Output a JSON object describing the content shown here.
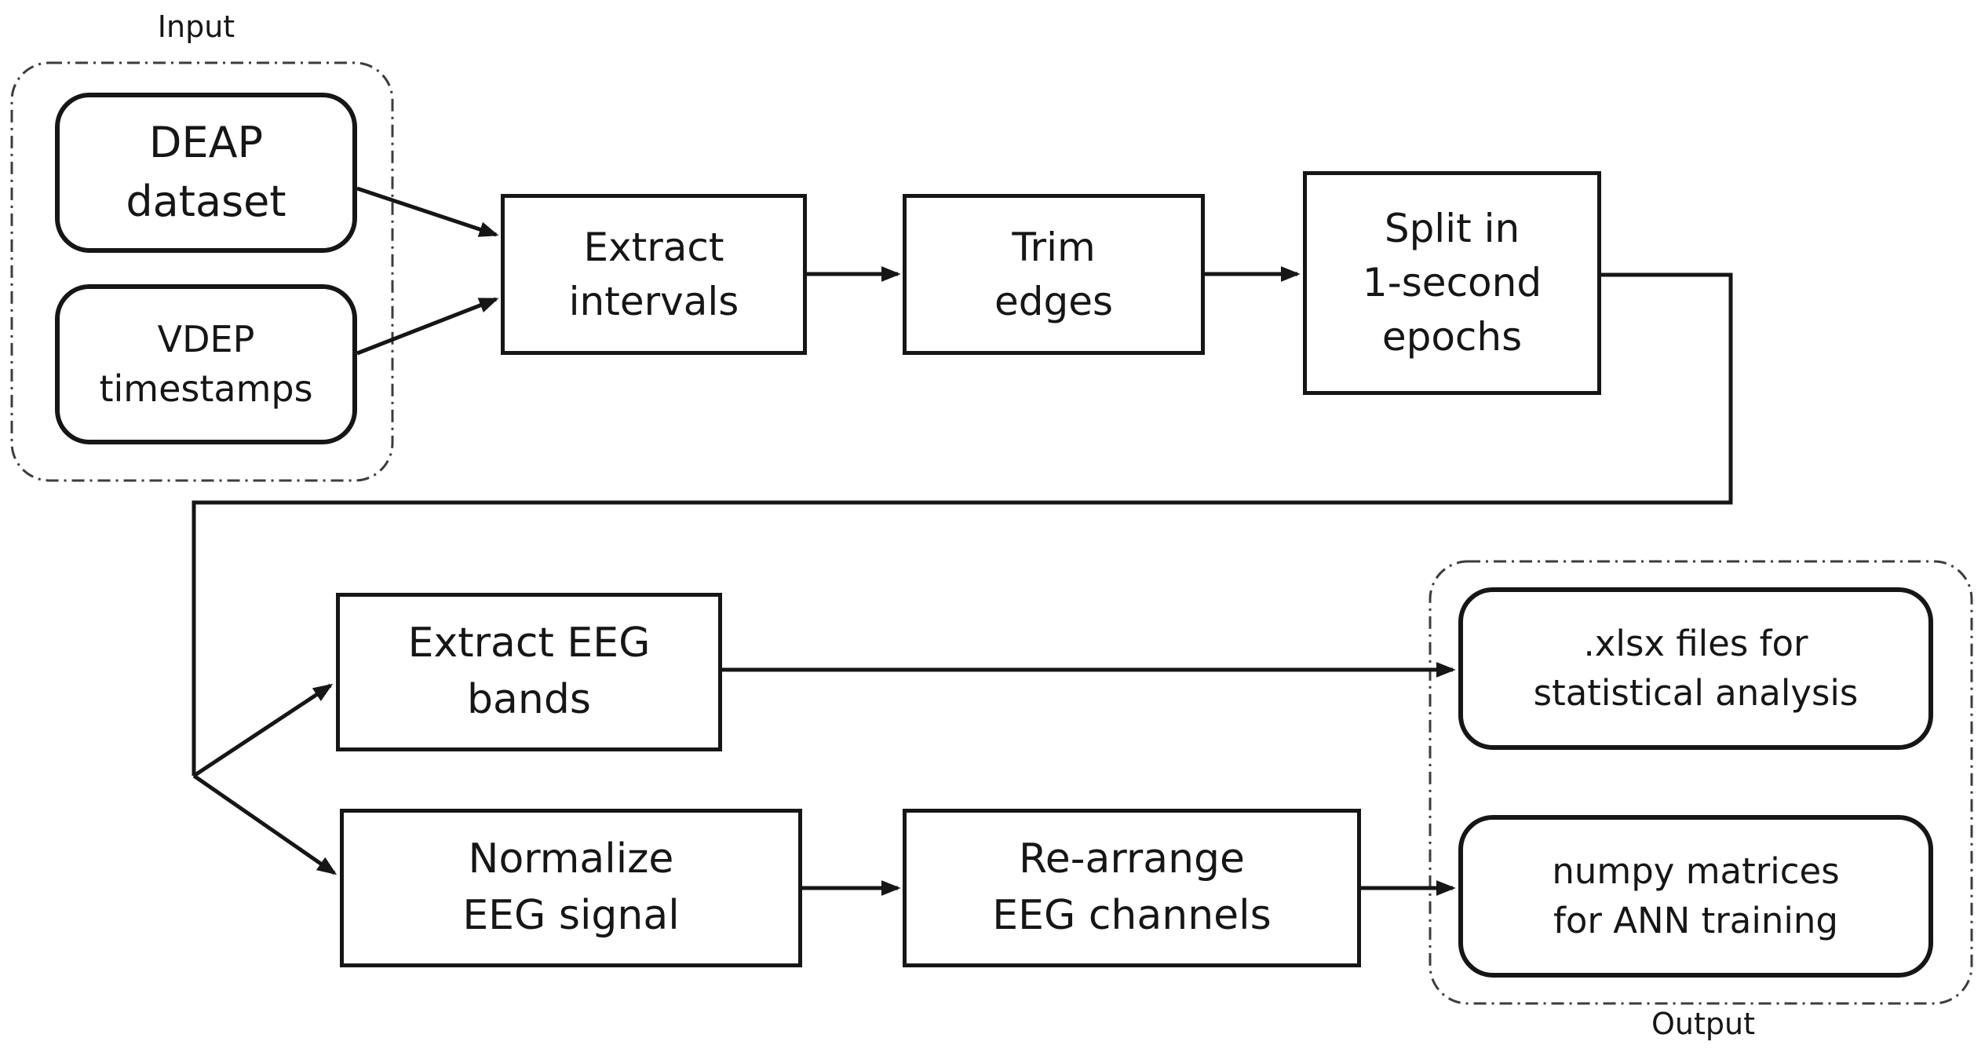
{
  "page": {
    "background_color": "#ffffff",
    "ink_color": "#161616",
    "description": "Flowchart of an EEG data processing pipeline from DEAP dataset inputs to statistical and ANN-training outputs"
  },
  "groups": {
    "input": {
      "label": "Input"
    },
    "output": {
      "label": "Output"
    }
  },
  "nodes": {
    "deap": {
      "label": "DEAP\ndataset"
    },
    "vdep": {
      "label": "VDEP\ntimestamps"
    },
    "extract_intervals": {
      "label": "Extract\nintervals"
    },
    "trim_edges": {
      "label": "Trim\nedges"
    },
    "split_epochs": {
      "label": "Split in\n1-second\nepochs"
    },
    "extract_bands": {
      "label": "Extract EEG\nbands"
    },
    "normalize": {
      "label": "Normalize\nEEG signal"
    },
    "rearrange": {
      "label": "Re-arrange\nEEG channels"
    },
    "xlsx_files": {
      "label": ".xlsx files for\nstatistical analysis"
    },
    "numpy_matrices": {
      "label": "numpy matrices\nfor ANN training"
    }
  },
  "connections": [
    {
      "from": "DEAP dataset",
      "to": "Extract intervals"
    },
    {
      "from": "VDEP timestamps",
      "to": "Extract intervals"
    },
    {
      "from": "Extract intervals",
      "to": "Trim edges"
    },
    {
      "from": "Trim edges",
      "to": "Split in 1-second epochs"
    },
    {
      "from": "Split in 1-second epochs",
      "to": "Extract EEG bands"
    },
    {
      "from": "Split in 1-second epochs",
      "to": "Normalize EEG signal"
    },
    {
      "from": "Extract EEG bands",
      "to": ".xlsx files for statistical analysis"
    },
    {
      "from": "Normalize EEG signal",
      "to": "Re-arrange EEG channels"
    },
    {
      "from": "Re-arrange EEG channels",
      "to": "numpy matrices for ANN training"
    }
  ]
}
